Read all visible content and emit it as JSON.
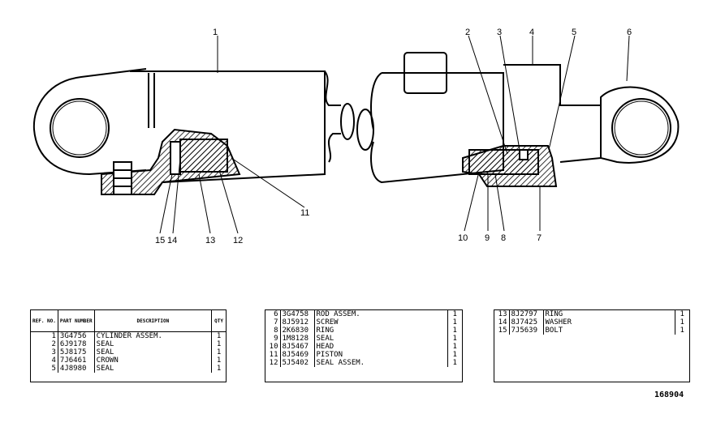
{
  "callouts": {
    "c1": "1",
    "c2": "2",
    "c3": "3",
    "c4": "4",
    "c5": "5",
    "c6": "6",
    "c7": "7",
    "c8": "8",
    "c9": "9",
    "c10": "10",
    "c11": "11",
    "c12": "12",
    "c13": "13",
    "c14": "14",
    "c15": "15"
  },
  "table_headers": {
    "ref": "REF. NO.",
    "part": "PART NUMBER",
    "desc": "DESCRIPTION",
    "qty": "QTY"
  },
  "parts_left": [
    {
      "ref": "1",
      "part": "3G4756",
      "desc": "CYLINDER ASSEM.",
      "qty": "1"
    },
    {
      "ref": "2",
      "part": "6J9178",
      "desc": "SEAL",
      "qty": "1"
    },
    {
      "ref": "3",
      "part": "5J8175",
      "desc": "SEAL",
      "qty": "1"
    },
    {
      "ref": "4",
      "part": "7J6461",
      "desc": "CROWN",
      "qty": "1"
    },
    {
      "ref": "5",
      "part": "4J8980",
      "desc": "SEAL",
      "qty": "1"
    }
  ],
  "parts_middle": [
    {
      "ref": "6",
      "part": "3G4758",
      "desc": "ROD ASSEM.",
      "qty": "1"
    },
    {
      "ref": "7",
      "part": "8J5912",
      "desc": "SCREW",
      "qty": "1"
    },
    {
      "ref": "8",
      "part": "2K6830",
      "desc": "RING",
      "qty": "1"
    },
    {
      "ref": "9",
      "part": "1M8128",
      "desc": "SEAL",
      "qty": "1"
    },
    {
      "ref": "10",
      "part": "8J5467",
      "desc": "HEAD",
      "qty": "1"
    },
    {
      "ref": "11",
      "part": "8J5469",
      "desc": "PISTON",
      "qty": "1"
    },
    {
      "ref": "12",
      "part": "5J5402",
      "desc": "SEAL ASSEM.",
      "qty": "1"
    }
  ],
  "parts_right": [
    {
      "ref": "13",
      "part": "8J2797",
      "desc": "RING",
      "qty": "1"
    },
    {
      "ref": "14",
      "part": "8J7425",
      "desc": "WASHER",
      "qty": "1"
    },
    {
      "ref": "15",
      "part": "7J5639",
      "desc": "BOLT",
      "qty": "1"
    }
  ],
  "drawing_number": "168904"
}
